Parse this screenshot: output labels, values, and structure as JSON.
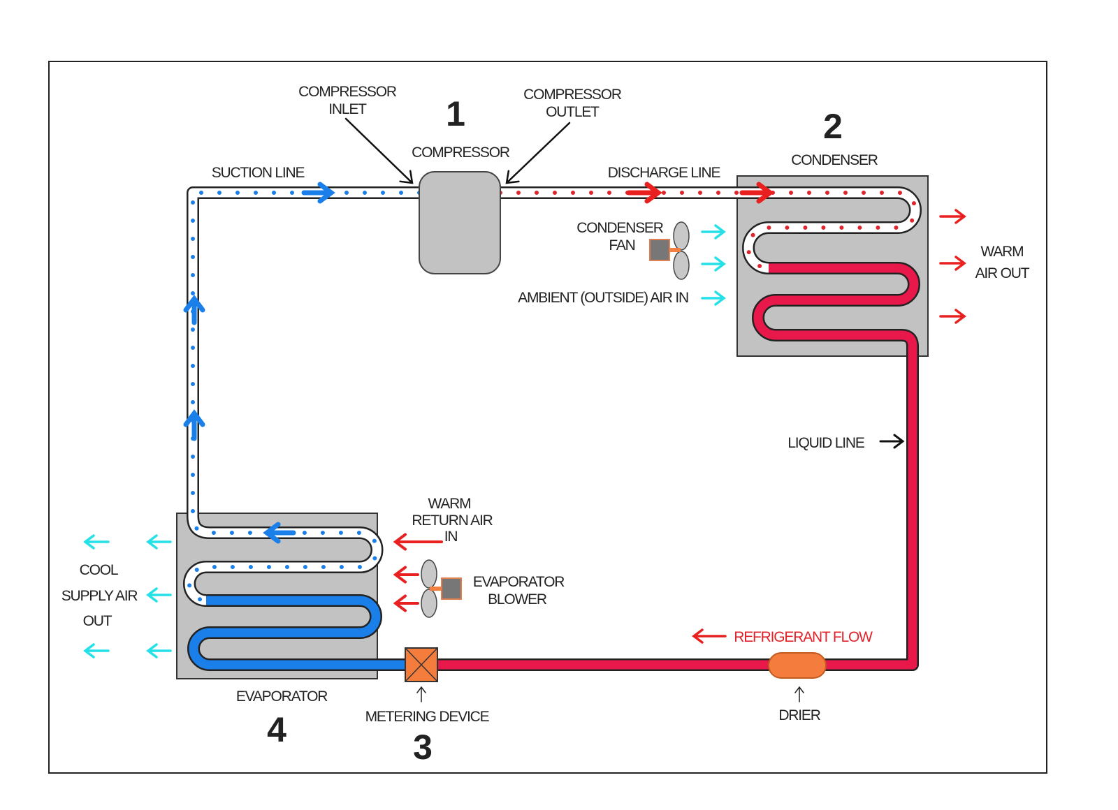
{
  "labels": {
    "compressor_inlet": [
      "COMPRESSOR",
      "INLET"
    ],
    "compressor_outlet": [
      "COMPRESSOR",
      "OUTLET"
    ],
    "compressor": "COMPRESSOR",
    "suction_line": "SUCTION LINE",
    "discharge_line": "DISCHARGE LINE",
    "condenser": "CONDENSER",
    "condenser_fan": [
      "CONDENSER",
      "FAN"
    ],
    "ambient_air": "AMBIENT (OUTSIDE) AIR IN",
    "warm_air_out": [
      "WARM",
      "AIR OUT"
    ],
    "liquid_line": "LIQUID LINE",
    "warm_return_air": [
      "WARM",
      "RETURN AIR",
      "IN"
    ],
    "evaporator_blower": [
      "EVAPORATOR",
      "BLOWER"
    ],
    "cool_supply_air": [
      "COOL",
      "SUPPLY AIR",
      "OUT"
    ],
    "evaporator": "EVAPORATOR",
    "metering_device": "METERING DEVICE",
    "refrigerant_flow": "REFRIGERANT FLOW",
    "drier": "DRIER"
  },
  "stage_numbers": {
    "compressor": "1",
    "condenser": "2",
    "metering_device": "3",
    "evaporator": "4"
  },
  "colors": {
    "hot_liquid": "#e8194a",
    "cold_liquid": "#1a7fe8",
    "hot_vapor_dots": "#e0242c",
    "cold_vapor_dots": "#1a7fe8",
    "air_in": "#26e0e8",
    "warm_air": "#e82020",
    "component_gray": "#c2c2c2",
    "device_orange": "#f47c3c"
  }
}
